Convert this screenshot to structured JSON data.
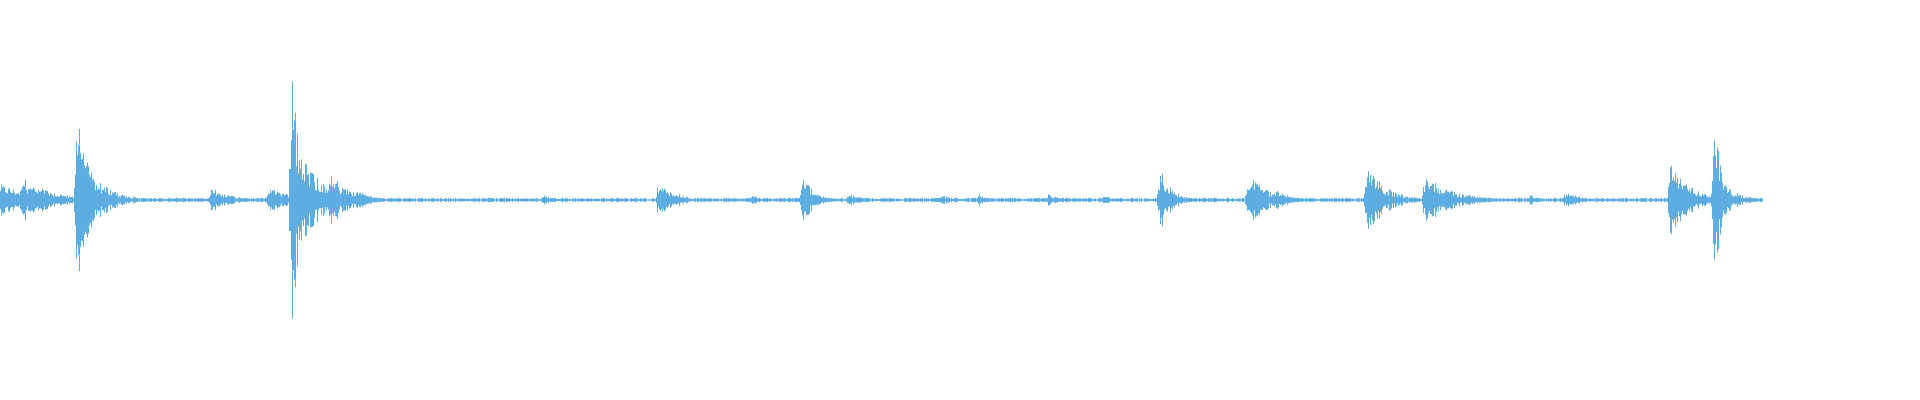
{
  "waveform": {
    "color": "#5dade2",
    "background": "#ffffff",
    "events": [
      {
        "t": 0.0,
        "amp": 0.12,
        "dur": 0.02
      },
      {
        "t": 0.012,
        "amp": 0.18,
        "dur": 0.008
      },
      {
        "t": 0.02,
        "amp": 0.12,
        "dur": 0.012
      },
      {
        "t": 0.04,
        "amp": 0.68,
        "dur": 0.006
      },
      {
        "t": 0.044,
        "amp": 0.3,
        "dur": 0.01
      },
      {
        "t": 0.11,
        "amp": 0.1,
        "dur": 0.01
      },
      {
        "t": 0.14,
        "amp": 0.1,
        "dur": 0.012
      },
      {
        "t": 0.152,
        "amp": 1.0,
        "dur": 0.004
      },
      {
        "t": 0.158,
        "amp": 0.3,
        "dur": 0.012
      },
      {
        "t": 0.172,
        "amp": 0.2,
        "dur": 0.01
      },
      {
        "t": 0.185,
        "amp": 0.08,
        "dur": 0.008
      },
      {
        "t": 0.283,
        "amp": 0.04,
        "dur": 0.004
      },
      {
        "t": 0.343,
        "amp": 0.16,
        "dur": 0.006
      },
      {
        "t": 0.352,
        "amp": 0.06,
        "dur": 0.006
      },
      {
        "t": 0.392,
        "amp": 0.04,
        "dur": 0.004
      },
      {
        "t": 0.418,
        "amp": 0.18,
        "dur": 0.006
      },
      {
        "t": 0.442,
        "amp": 0.05,
        "dur": 0.008
      },
      {
        "t": 0.49,
        "amp": 0.04,
        "dur": 0.006
      },
      {
        "t": 0.51,
        "amp": 0.05,
        "dur": 0.004
      },
      {
        "t": 0.546,
        "amp": 0.05,
        "dur": 0.006
      },
      {
        "t": 0.575,
        "amp": 0.04,
        "dur": 0.004
      },
      {
        "t": 0.604,
        "amp": 0.24,
        "dur": 0.006
      },
      {
        "t": 0.65,
        "amp": 0.2,
        "dur": 0.01
      },
      {
        "t": 0.664,
        "amp": 0.08,
        "dur": 0.008
      },
      {
        "t": 0.712,
        "amp": 0.26,
        "dur": 0.01
      },
      {
        "t": 0.742,
        "amp": 0.2,
        "dur": 0.014
      },
      {
        "t": 0.797,
        "amp": 0.04,
        "dur": 0.004
      },
      {
        "t": 0.815,
        "amp": 0.06,
        "dur": 0.01
      },
      {
        "t": 0.87,
        "amp": 0.28,
        "dur": 0.01
      },
      {
        "t": 0.893,
        "amp": 0.72,
        "dur": 0.003
      },
      {
        "t": 0.899,
        "amp": 0.1,
        "dur": 0.008
      }
    ],
    "baseline_amp": 0.012,
    "end_fraction": 0.918
  }
}
